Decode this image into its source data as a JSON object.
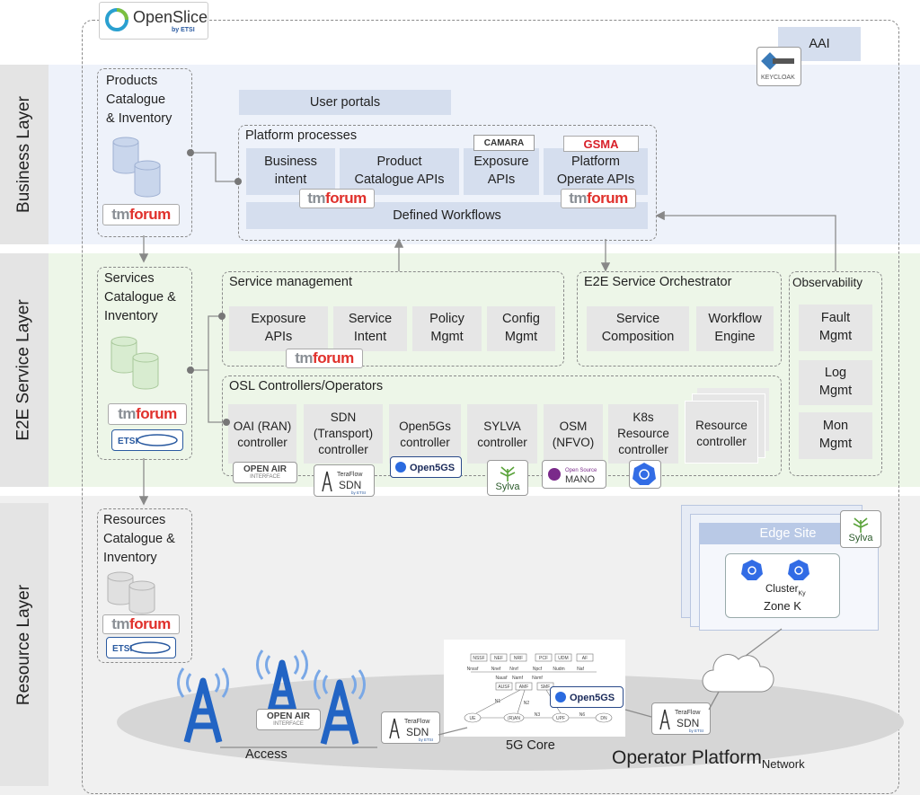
{
  "logo": {
    "name": "OpenSlice",
    "sub": "by ETSI"
  },
  "aai": {
    "label": "AAI",
    "keycloak": "KEYCLOAK"
  },
  "layers": {
    "business": "Business Layer",
    "e2e": "E2E Service Layer",
    "resource": "Resource Layer"
  },
  "business": {
    "catalogue_lines": [
      "Products",
      "Catalogue",
      "& Inventory"
    ],
    "user_portals": "User portals",
    "platform_processes": "Platform processes",
    "boxes": [
      {
        "lines": [
          "Business",
          "intent"
        ]
      },
      {
        "lines": [
          "Product",
          "Catalogue APIs"
        ]
      },
      {
        "lines": [
          "Exposure",
          "APIs"
        ]
      },
      {
        "lines": [
          "Platform",
          "Operate APIs"
        ]
      }
    ],
    "camara": "CAMARA",
    "gsma": "GSMA",
    "defined_workflows": "Defined Workflows"
  },
  "tmforum": {
    "tm": "tm",
    "forum": "forum"
  },
  "etsi": "ETSI",
  "e2e": {
    "catalogue_lines": [
      "Services",
      "Catalogue &",
      "Inventory"
    ],
    "service_management": "Service management",
    "sm_boxes": [
      {
        "lines": [
          "Exposure",
          "APIs"
        ]
      },
      {
        "lines": [
          "Service",
          "Intent"
        ]
      },
      {
        "lines": [
          "Policy",
          "Mgmt"
        ]
      },
      {
        "lines": [
          "Config",
          "Mgmt"
        ]
      }
    ],
    "orchestrator": "E2E Service Orchestrator",
    "orch_boxes": [
      {
        "lines": [
          "Service",
          "Composition"
        ]
      },
      {
        "lines": [
          "Workflow",
          "Engine"
        ]
      }
    ],
    "observability": "Observability",
    "obs_boxes": [
      {
        "lines": [
          "Fault",
          "Mgmt"
        ]
      },
      {
        "lines": [
          "Log",
          "Mgmt"
        ]
      },
      {
        "lines": [
          "Mon",
          "Mgmt"
        ]
      }
    ],
    "controllers_title": "OSL Controllers/Operators",
    "controllers": [
      {
        "lines": [
          "OAI (RAN)",
          "controller"
        ]
      },
      {
        "lines": [
          "SDN",
          "(Transport)",
          "controller"
        ]
      },
      {
        "lines": [
          "Open5Gs",
          "controller"
        ]
      },
      {
        "lines": [
          "SYLVA",
          "controller"
        ]
      },
      {
        "lines": [
          "OSM",
          "(NFVO)"
        ]
      },
      {
        "lines": [
          "K8s",
          "Resource",
          "controller"
        ]
      },
      {
        "lines": [
          "Resource",
          "controller"
        ]
      }
    ],
    "badges": {
      "openair": "OPEN AIR",
      "openair_sub": "INTERFACE",
      "teraflow": "TeraFlow",
      "sdn": "SDN",
      "by_etsi": "by ETSI",
      "open5gs": "Open5GS",
      "sylva": "Sylva",
      "mano_top": "Open Source",
      "mano": "MANO"
    }
  },
  "resource": {
    "catalogue_lines": [
      "Resources",
      "Catalogue &",
      "Inventory"
    ],
    "edge_site": "Edge Site",
    "cluster": "Cluster",
    "cluster_sub": "Ky",
    "zone": "Zone K",
    "access": "Access",
    "core_5g": "5G Core",
    "operator_platform": "Operator Platform",
    "operator_platform_sub": "Network",
    "core_nodes": [
      "NSSF",
      "NEF",
      "NRF",
      "PCF",
      "UDM",
      "AF",
      "AUSF",
      "AMF",
      "SMF",
      "UE",
      "(R)AN",
      "UPF",
      "DN"
    ],
    "core_interfaces": [
      "Nnssf",
      "Nnef",
      "Nnrf",
      "Npcf",
      "Nudm",
      "Naf",
      "Nausf",
      "Namf",
      "Nsmf",
      "N1",
      "N2",
      "N3",
      "N4",
      "N6"
    ]
  },
  "colors": {
    "business_band": "#eef2fa",
    "e2e_band": "#edf6e8",
    "resource_band": "#f0f0f0",
    "box_blue": "#d5deee",
    "box_gray": "#e6e6e6",
    "tm_red": "#e0302b",
    "k8s_blue": "#326ce5"
  }
}
